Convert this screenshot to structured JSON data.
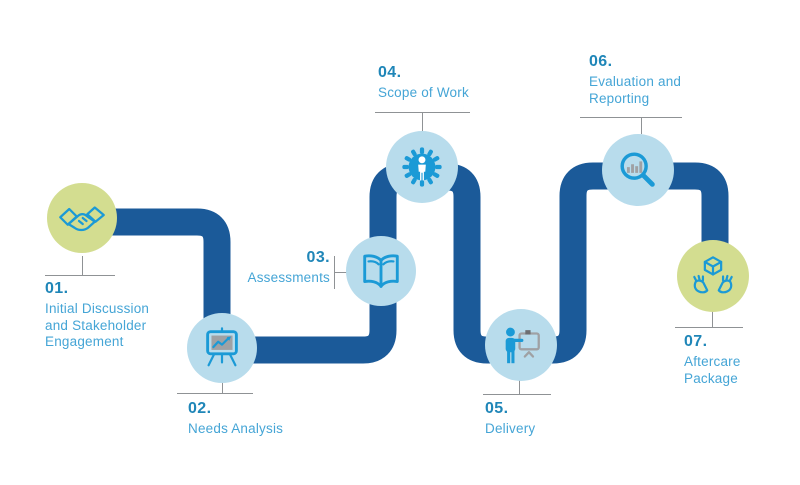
{
  "diagram": {
    "type": "process-flow",
    "background": "#ffffff",
    "colors": {
      "path_navy": "#1b5a99",
      "circle_green": "#d3dd90",
      "circle_blue": "#b8dcec",
      "icon_blue": "#1b9ad6",
      "icon_gray": "#9fa1a4",
      "icon_dark_gray": "#6d6f72",
      "number_text": "#1f86b8",
      "label_text": "#45a5d6",
      "connector_line": "#8f9295"
    },
    "steps": [
      {
        "number": "01.",
        "label": "Initial Discussion and Stakeholder Engagement",
        "lines": [
          "Initial Discussion",
          "and Stakeholder",
          "Engagement"
        ],
        "icon": "handshake-icon",
        "circle": "green"
      },
      {
        "number": "02.",
        "label": "Needs Analysis",
        "lines": [
          "Needs Analysis"
        ],
        "icon": "chart-easel-icon",
        "circle": "blue"
      },
      {
        "number": "03.",
        "label": "Assessments",
        "lines": [
          "Assessments"
        ],
        "icon": "open-book-icon",
        "circle": "blue"
      },
      {
        "number": "04.",
        "label": "Scope of Work",
        "lines": [
          "Scope of Work"
        ],
        "icon": "person-gear-icon",
        "circle": "blue"
      },
      {
        "number": "05.",
        "label": "Delivery",
        "lines": [
          "Delivery"
        ],
        "icon": "presenter-board-icon",
        "circle": "blue"
      },
      {
        "number": "06.",
        "label": "Evaluation and Reporting",
        "lines": [
          "Evaluation and",
          "Reporting"
        ],
        "icon": "magnifier-bar-chart-icon",
        "circle": "blue"
      },
      {
        "number": "07.",
        "label": "Aftercare Package",
        "lines": [
          "Aftercare",
          "Package"
        ],
        "icon": "hands-package-icon",
        "circle": "green"
      }
    ]
  }
}
